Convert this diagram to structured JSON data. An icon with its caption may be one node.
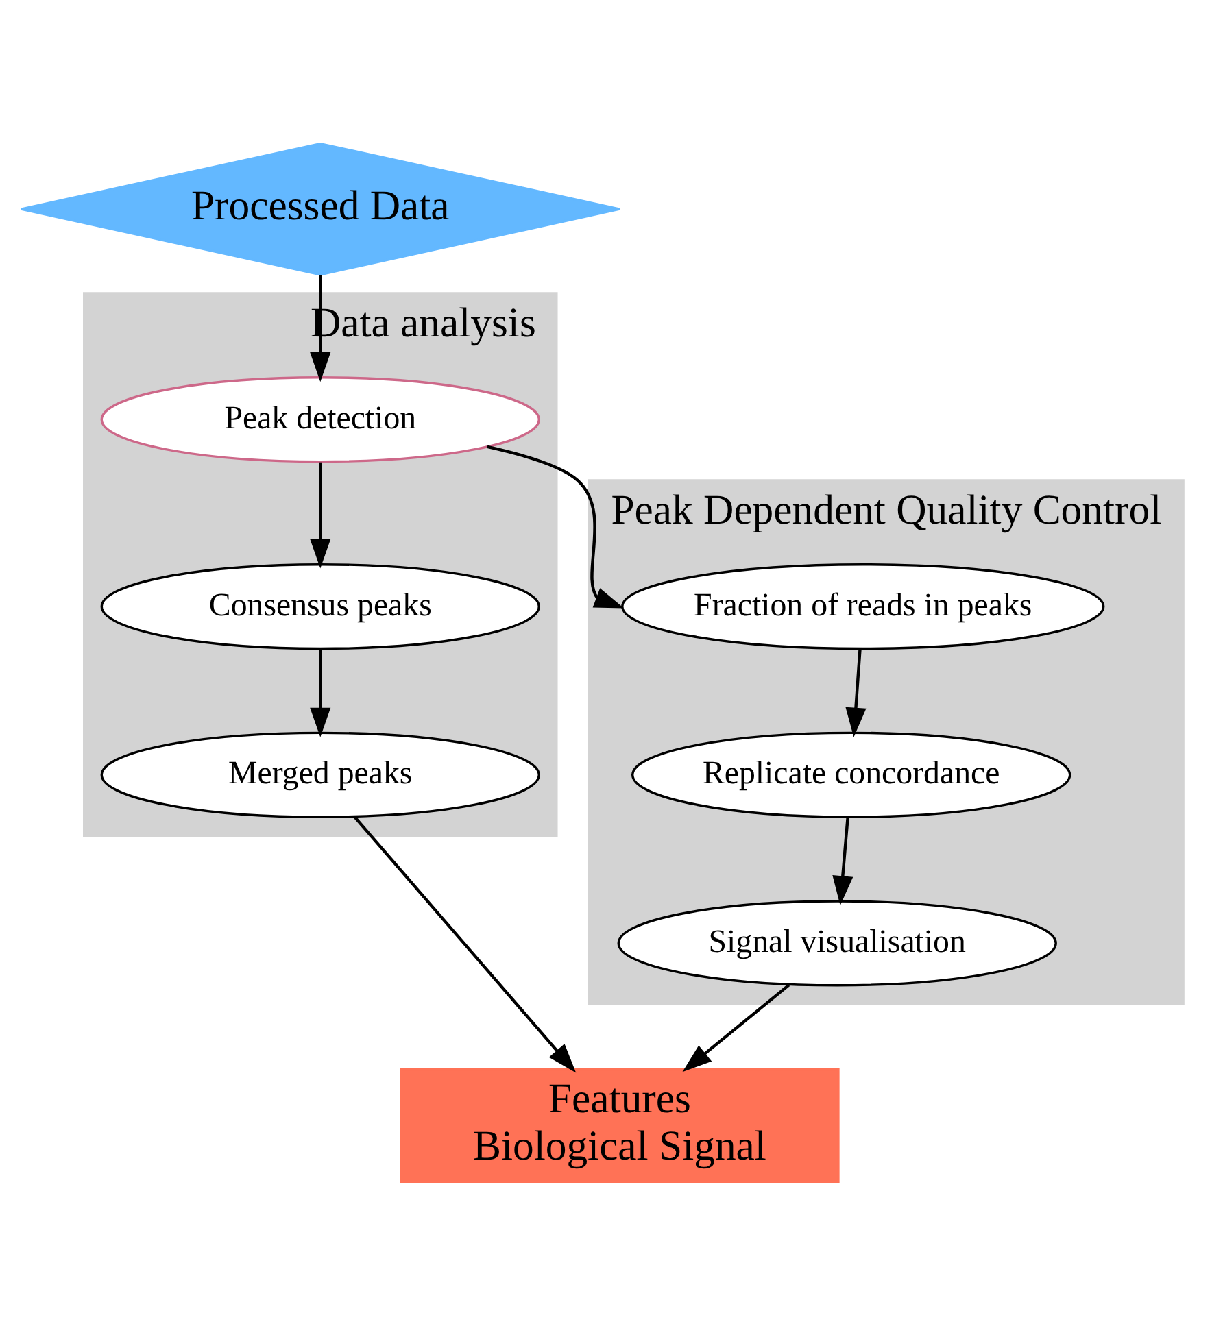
{
  "diagram": {
    "nodes": [
      {
        "text": [
          "Processed Data"
        ]
      },
      {
        "text": [
          "Data analysis"
        ]
      },
      {
        "text": [
          "Peak detection"
        ],
        "in": 1
      },
      {
        "text": [
          "Consensus peaks"
        ],
        "in": 1
      },
      {
        "text": [
          "Merged peaks"
        ],
        "in": 1
      },
      {
        "text": [
          "Peak Dependent Quality Control"
        ]
      },
      {
        "text": [
          "Fraction of reads in peaks"
        ],
        "in": 5
      },
      {
        "text": [
          "Replicate concordance"
        ],
        "in": 5
      },
      {
        "text": [
          "Signal visualisation"
        ],
        "in": 5
      },
      {
        "text": [
          "Features",
          "Biological Signal"
        ]
      }
    ],
    "edges": [
      {
        "from": 0,
        "to": 2,
        "arrow": "to"
      },
      {
        "from": 2,
        "to": 3,
        "arrow": "to"
      },
      {
        "from": 3,
        "to": 4,
        "arrow": "to"
      },
      {
        "from": 2,
        "to": 6,
        "arrow": "to"
      },
      {
        "from": 6,
        "to": 7,
        "arrow": "to"
      },
      {
        "from": 7,
        "to": 8,
        "arrow": "to"
      },
      {
        "from": 4,
        "to": 9,
        "arrow": "to"
      },
      {
        "from": 8,
        "to": 9,
        "arrow": "to"
      }
    ]
  }
}
